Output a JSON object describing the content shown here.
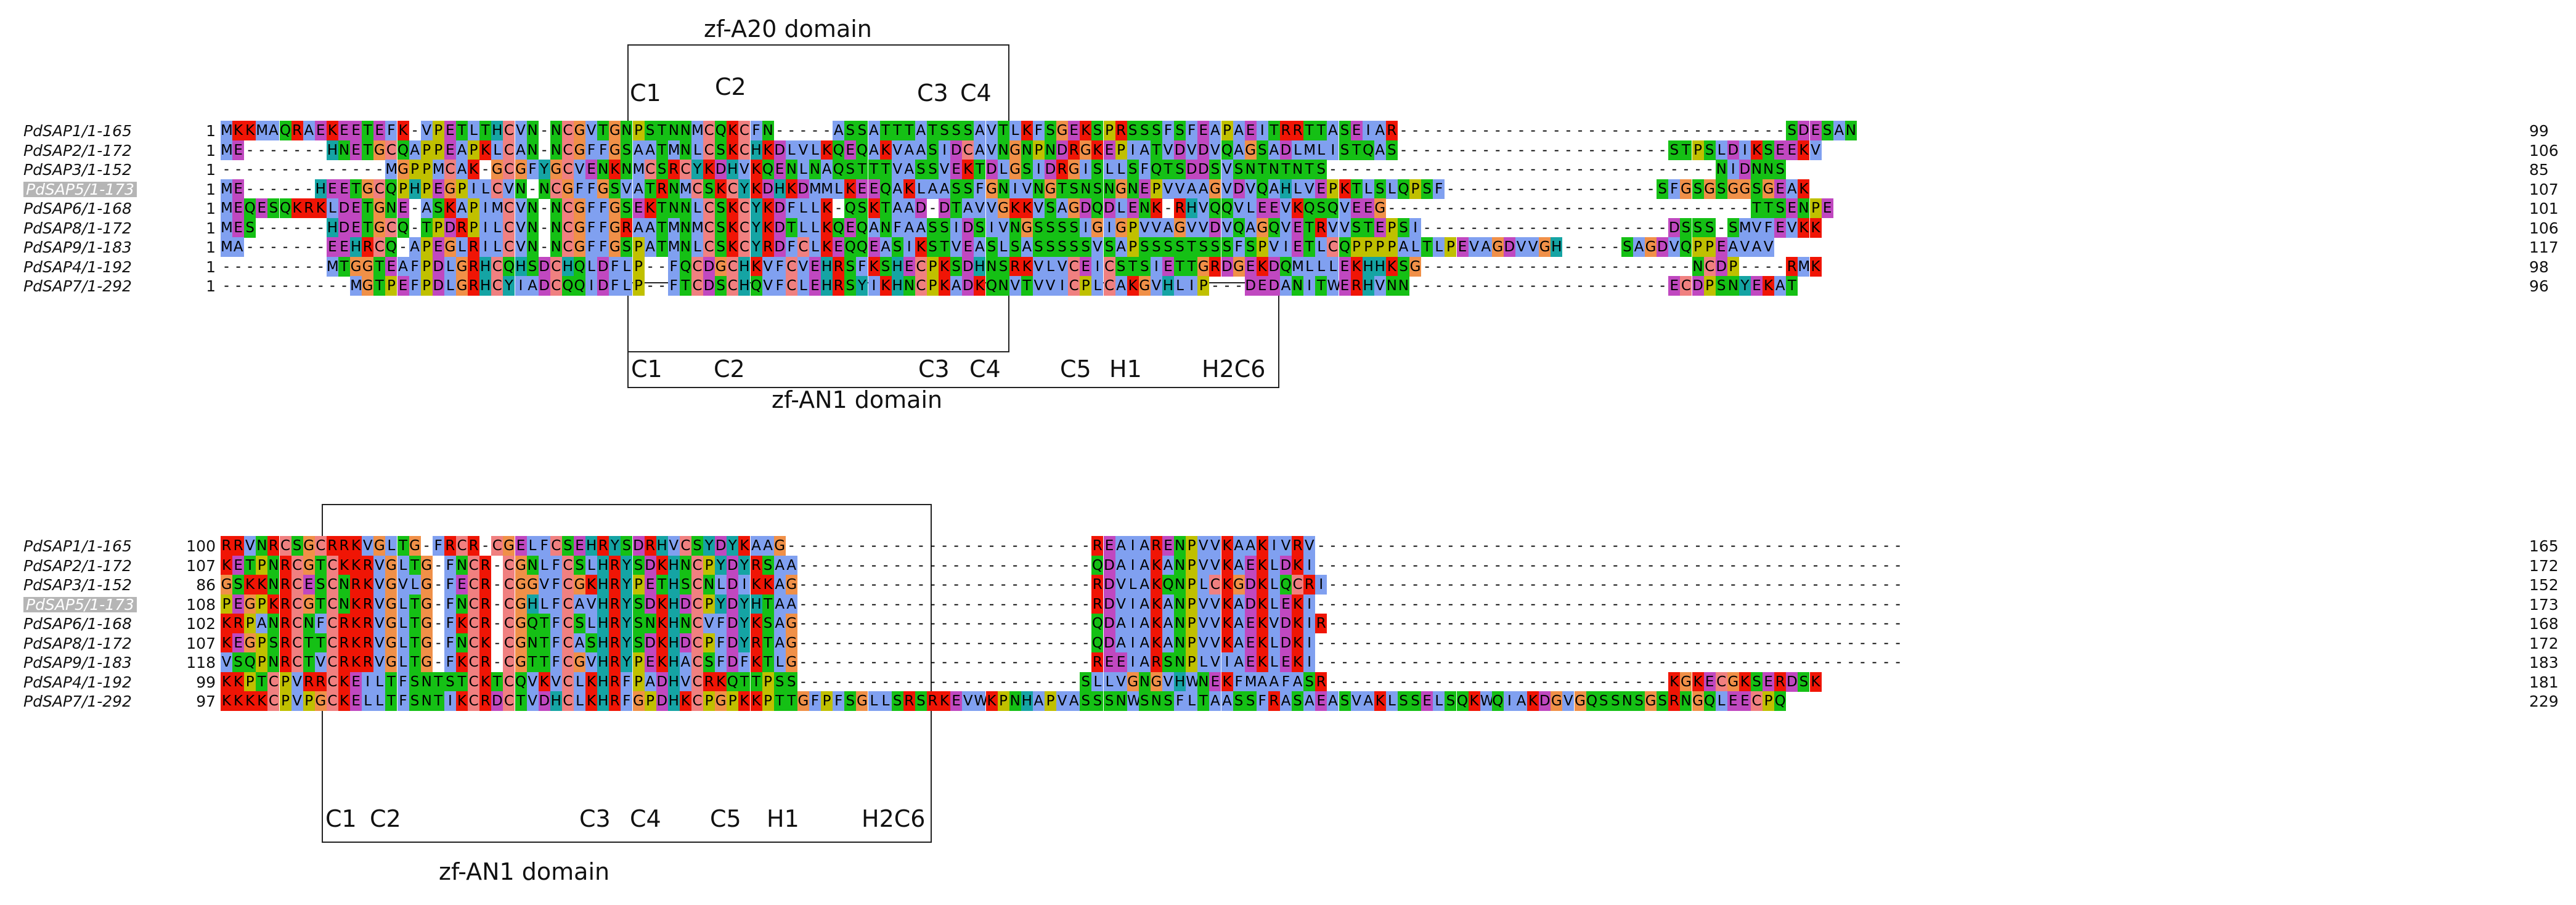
{
  "colors": {
    "hydrophobic": "#80a0f0",
    "positive": "#f01505",
    "negative": "#c048c0",
    "polar": "#15c015",
    "cysteine": "#f08080",
    "glycine": "#f09048",
    "proline": "#c0c000",
    "aromatic": "#15a4a4"
  },
  "blocks": [
    {
      "rows": [
        {
          "name": "PdSAP1/1-165",
          "start": "1",
          "end": "99",
          "seq": "MKKMAQRAEKEETEFK-VPETLTHCVN-NCGVTGNPSTNNMCQKCFN-----ASSATTTATSSSAVTLKFSGEKSPRSSSFSFEAPAEITRRTTASEIAR---------------------------------SDESAN",
          "highlight": false
        },
        {
          "name": "PdSAP2/1-172",
          "start": "1",
          "end": "106",
          "seq": "ME-------HNETGCQAPPEAPKLCAN-NCGFFGSAATMNLCSKCHKDLVLKQEQAKVAASIDCAVNGNPNDRGKEPIATVDVDVQAGSADLMLISTQAS-----------------------STPSLDIKSEEKV",
          "highlight": false
        },
        {
          "name": "PdSAP3/1-152",
          "start": "1",
          "end": "85",
          "seq": "--------------MGPPMCAK-GCGFYGCVENKNMCSRCYKDHVKQENLNAQSTTTVASSVEKTDLGSIDRGISLLSFQTSDDSVSNTNTNTS---------------------------------NIDNNS",
          "highlight": false
        },
        {
          "name": "PdSAP5/1-173",
          "start": "1",
          "end": "107",
          "seq": "ME------HEETGCQPHPEGPILCVN-NCGFFGSVATRNMCSKCYKDHKDMMLKEEQAKLAASSFGNIVNGTSNSNGNEPVVAAGVDVQAHLVEPKTLSLQPSF------------------SFGSGSGGSGEAK",
          "highlight": true
        },
        {
          "name": "PdSAP6/1-168",
          "start": "1",
          "end": "101",
          "seq": "MEQESQKRKLDETGNE-ASKAPIMCVN-NCGFFGSEKTNNLCSKCYKDFLLK-QSKTAAD-DTAVVGKKVSAGDQDLENK-RHVQQVLEEVKQSQVEEG-------------------------------TTSENPE",
          "highlight": false
        },
        {
          "name": "PdSAP8/1-172",
          "start": "1",
          "end": "106",
          "seq": "MES------HDETGCQ-TPDRPILCVN-NCGFFGRAATMNMCSKCYKDTLLKQEQANFAASSIDSIVNGSSSSIGIGPVVAGVVDVQAGQVETRVVSTEPSI---------------------DSSS-SMVFEVKK",
          "highlight": false
        },
        {
          "name": "PdSAP9/1-183",
          "start": "1",
          "end": "117",
          "seq": "MA-------EEHRCQ-APEGLRILCVN-NCGFFGSPATMNLCSKCYRDFCLKEQQEASIKSTVEASLSASSSSSVSAPSSSSTSSSFSPVIETLCQPPPPALTLPEVAGDVVGH-----SAGDVQPPEAVAV",
          "highlight": false
        },
        {
          "name": "PdSAP4/1-192",
          "start": "1",
          "end": "98",
          "seq": "---------MTGGTEAFPDLGRHCQHSDCHQLDFLP--FQCDGCHKVFCVEHRSFKSHECPKSDHNSRKVLVCEICSTSIETTGRDGEKDQMLLLEKHHKSG-----------------------NCDP----RMK",
          "highlight": false
        },
        {
          "name": "PdSAP7/1-292",
          "start": "1",
          "end": "96",
          "seq": "-----------MGTPEFPDLGRHCYIADCQQIDFLP--FTCDSCHQVFCLEHRSYIKHNCPKADKQNVTVVICPLCAKGVHLIP---DEDANITWERHVNN----------------------ECDPSNYEKAT",
          "highlight": false
        }
      ]
    },
    {
      "rows": [
        {
          "name": "PdSAP1/1-165",
          "start": "100",
          "end": "165",
          "seq": "RRVNRCSGCRRKVGLTG-FRCR-CGELFCSEHRYSDRHVCSYDYKAAG--------------------------REAIARENPVVKAAKIVRV--------------------------------------------------",
          "highlight": false
        },
        {
          "name": "PdSAP2/1-172",
          "start": "107",
          "end": "172",
          "seq": "KETPNRCGTCKKRVGLTG-FNCR-CGNLFCSLHRYSDKHNCPYDYRSAA-------------------------QDAIAKANPVVKAEKLDKI--------------------------------------------------",
          "highlight": false
        },
        {
          "name": "PdSAP3/1-152",
          "start": "86",
          "end": "152",
          "seq": "GSKKNRCESCNRKVGVLG-FECR-CGGVFCGKHRYPETHSCNLDIKKAG-------------------------RDVLAKQNPLCKGDKLQCRI-------------------------------------------------",
          "highlight": false
        },
        {
          "name": "PdSAP5/1-173",
          "start": "108",
          "end": "173",
          "seq": "PEGPKRCGTCNKRVGLTG-FNCR-CGHLFCAVHRYSDKHDCPYDYHTAA-------------------------RDVIAKANPVVKADKLEKI--------------------------------------------------",
          "highlight": true
        },
        {
          "name": "PdSAP6/1-168",
          "start": "102",
          "end": "168",
          "seq": "KRPANRCNFCRKRVGLTG-FKCR-CGQTFCSLHRYSNKHNCVFDYKSAG-------------------------QDAIAKANPVVKAEKVDKIR-------------------------------------------------",
          "highlight": false
        },
        {
          "name": "PdSAP8/1-172",
          "start": "107",
          "end": "172",
          "seq": "KEGPSRCTTCRKRVGLTG-FNCK-CGNTFCASHRYSDKHDCPFDYRTAG-------------------------QDAIAKANPVVKAEKLDKI--------------------------------------------------",
          "highlight": false
        },
        {
          "name": "PdSAP9/1-183",
          "start": "118",
          "end": "183",
          "seq": "VSQPNRCTVCRKRVGLTG-FKCR-CGTTFCGVHRYPEKHACSFDFKTLG-------------------------REEIARSNPLVIAEKLEKI--------------------------------------------------",
          "highlight": false
        },
        {
          "name": "PdSAP4/1-192",
          "start": "99",
          "end": "181",
          "seq": "KKPTCPVRRCKEILTFSNTSTCKTCQVKVCLKHRFPADHVCRKQTTPSS------------------------SLLVGNGVHWNEKFMAAFASR-----------------------------KGKECGKSERDSK",
          "highlight": false
        },
        {
          "name": "PdSAP7/1-292",
          "start": "97",
          "end": "229",
          "seq": "KKKKCPVPGCKELLTFSNTIKCRDCTVDHCLKHRFGPDHKCPGPKKPTTGFPFSGLLSRSRKEVWKPNHAPVASSSNWSNSFLTAASSFRASAEASVAKLSSELSQKWQIAKDGVGQSSNSGSRNGQLEECPQ",
          "highlight": false
        }
      ]
    }
  ],
  "domain_labels": {
    "a20_top": "zf-A20 domain",
    "an1_mid": "zf-AN1 domain",
    "an1_bottom": "zf-AN1 domain"
  },
  "markers_top": [
    "C1",
    "C2",
    "C3",
    "C4"
  ],
  "markers_mid": [
    "C1",
    "C2",
    "C3",
    "C4",
    "C5",
    "H1",
    "H2C6"
  ],
  "markers_bottom": [
    "C1",
    "C2",
    "C3",
    "C4",
    "C5",
    "H1",
    "H2C6"
  ]
}
